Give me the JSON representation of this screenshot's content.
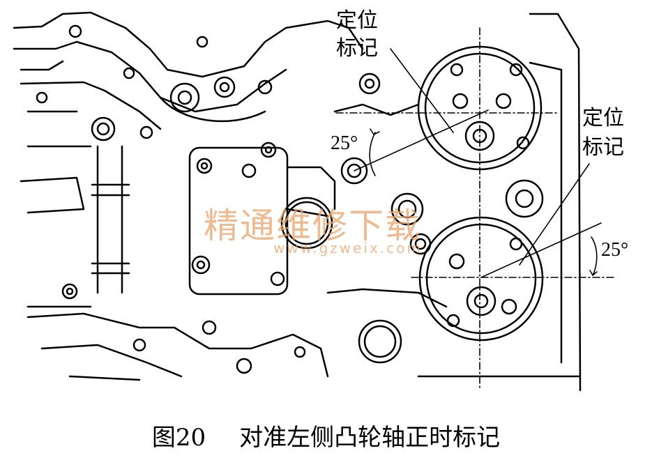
{
  "labels": {
    "mark_top_line1": "定位",
    "mark_top_line2": "标记",
    "mark_right_line1": "定位",
    "mark_right_line2": "标记",
    "angle_left": "25°",
    "angle_right": "25°"
  },
  "watermark": {
    "text": "精通维修下载",
    "url": "www.gzweix.com",
    "color": "#e9a46b"
  },
  "caption": {
    "number": "图20",
    "title": "对准左侧凸轮轴正时标记"
  }
}
